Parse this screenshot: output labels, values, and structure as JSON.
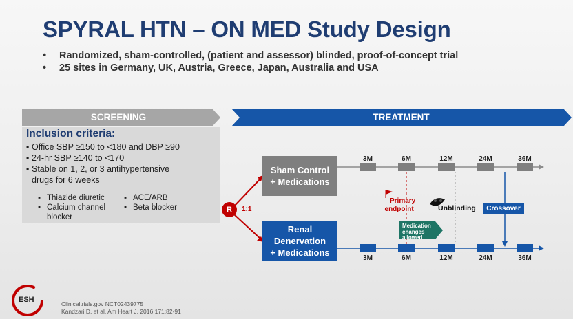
{
  "title": "SPYRAL HTN – ON MED Study Design",
  "bullets": [
    "Randomized, sham-controlled, (patient and assessor) blinded, proof-of-concept trial",
    "25 sites in Germany, UK, Austria, Greece, Japan, Australia and USA"
  ],
  "bullet_marker": "•",
  "screening": {
    "header": "SCREENING",
    "inclusion_title": "Inclusion criteria:",
    "criteria": [
      "Office SBP ≥150 to <180 and DBP ≥90",
      "24-hr SBP ≥140 to <170",
      "Stable on 1, 2, or 3 antihypertensive",
      "drugs for 6 weeks"
    ],
    "criteria_marker": "▪",
    "medications": {
      "col1": [
        "Thiazide diuretic",
        "Calcium channel",
        "blocker"
      ],
      "col2": [
        "ACE/ARB",
        "Beta blocker"
      ],
      "marker": "▪"
    }
  },
  "treatment": {
    "header": "TREATMENT",
    "randomization": {
      "label": "R",
      "ratio": "1:1"
    },
    "sham_arm": {
      "line1": "Sham Control",
      "line2": "+ Medications"
    },
    "rdn_arm": {
      "line1": "Renal",
      "line2": "Denervation",
      "line3": "+ Medications"
    },
    "timepoints": [
      "3M",
      "6M",
      "12M",
      "24M",
      "36M"
    ],
    "primary_endpoint": {
      "line1": "Primary",
      "line2": "endpoint"
    },
    "unblinding": "Unblinding",
    "crossover": "Crossover",
    "medication_changes": {
      "line1": "Medication",
      "line2": "changes",
      "line3": "allowed"
    }
  },
  "footer": {
    "line1": "Clinicaltrials.gov NCT02439775",
    "line2": "Kandzari D, et al. Am Heart J. 2016;171:82-91"
  },
  "logo": {
    "text": "ESH"
  },
  "colors": {
    "title": "#1f3d72",
    "screening_header": "#a6a6a6",
    "treatment_header": "#1656a8",
    "sham": "#7f7f7f",
    "rdn": "#1656a8",
    "randomization": "#c00000",
    "medication_arrow": "#1e7565"
  }
}
